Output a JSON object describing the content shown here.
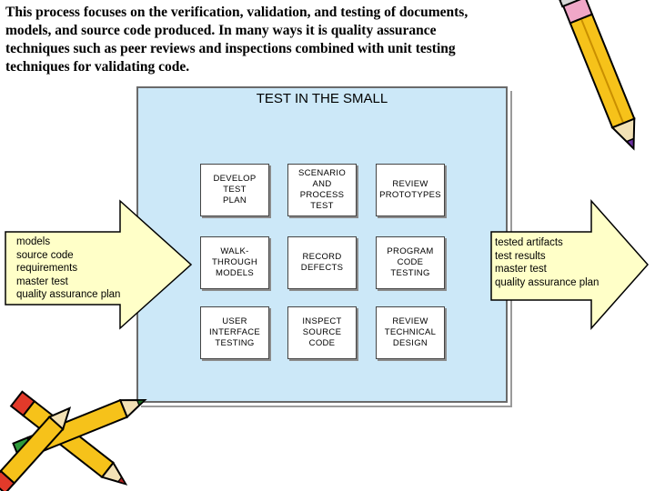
{
  "intro": {
    "lines": [
      "This process focuses on the verification, validation, and testing of documents,",
      "models, and source code produced. In many ways it is quality assurance",
      "techniques such as peer reviews and inspections combined  with unit testing",
      "techniques for validating code."
    ]
  },
  "panel": {
    "title": "TEST IN THE SMALL"
  },
  "boxes": [
    "DEVELOP\nTEST\nPLAN",
    "SCENARIO\nAND\nPROCESS\nTEST",
    "REVIEW\nPROTOTYPES",
    "WALK-\nTHROUGH\nMODELS",
    "RECORD\nDEFECTS",
    "PROGRAM\nCODE\nTESTING",
    "USER\nINTERFACE\nTESTING",
    "INSPECT\nSOURCE\nCODE",
    "REVIEW\nTECHNICAL\nDESIGN"
  ],
  "inputs": [
    "models",
    "source code",
    "requirements",
    "master test",
    "quality assurance plan"
  ],
  "outputs": [
    "tested artifacts",
    "test results",
    "master test",
    "quality assurance plan"
  ],
  "colors": {
    "panel_fill": "#cce8f8",
    "arrow_fill": "#ffffc8",
    "box_fill": "#ffffff"
  },
  "icons": [
    "pencil-icon",
    "crossed-pencils-icon"
  ]
}
